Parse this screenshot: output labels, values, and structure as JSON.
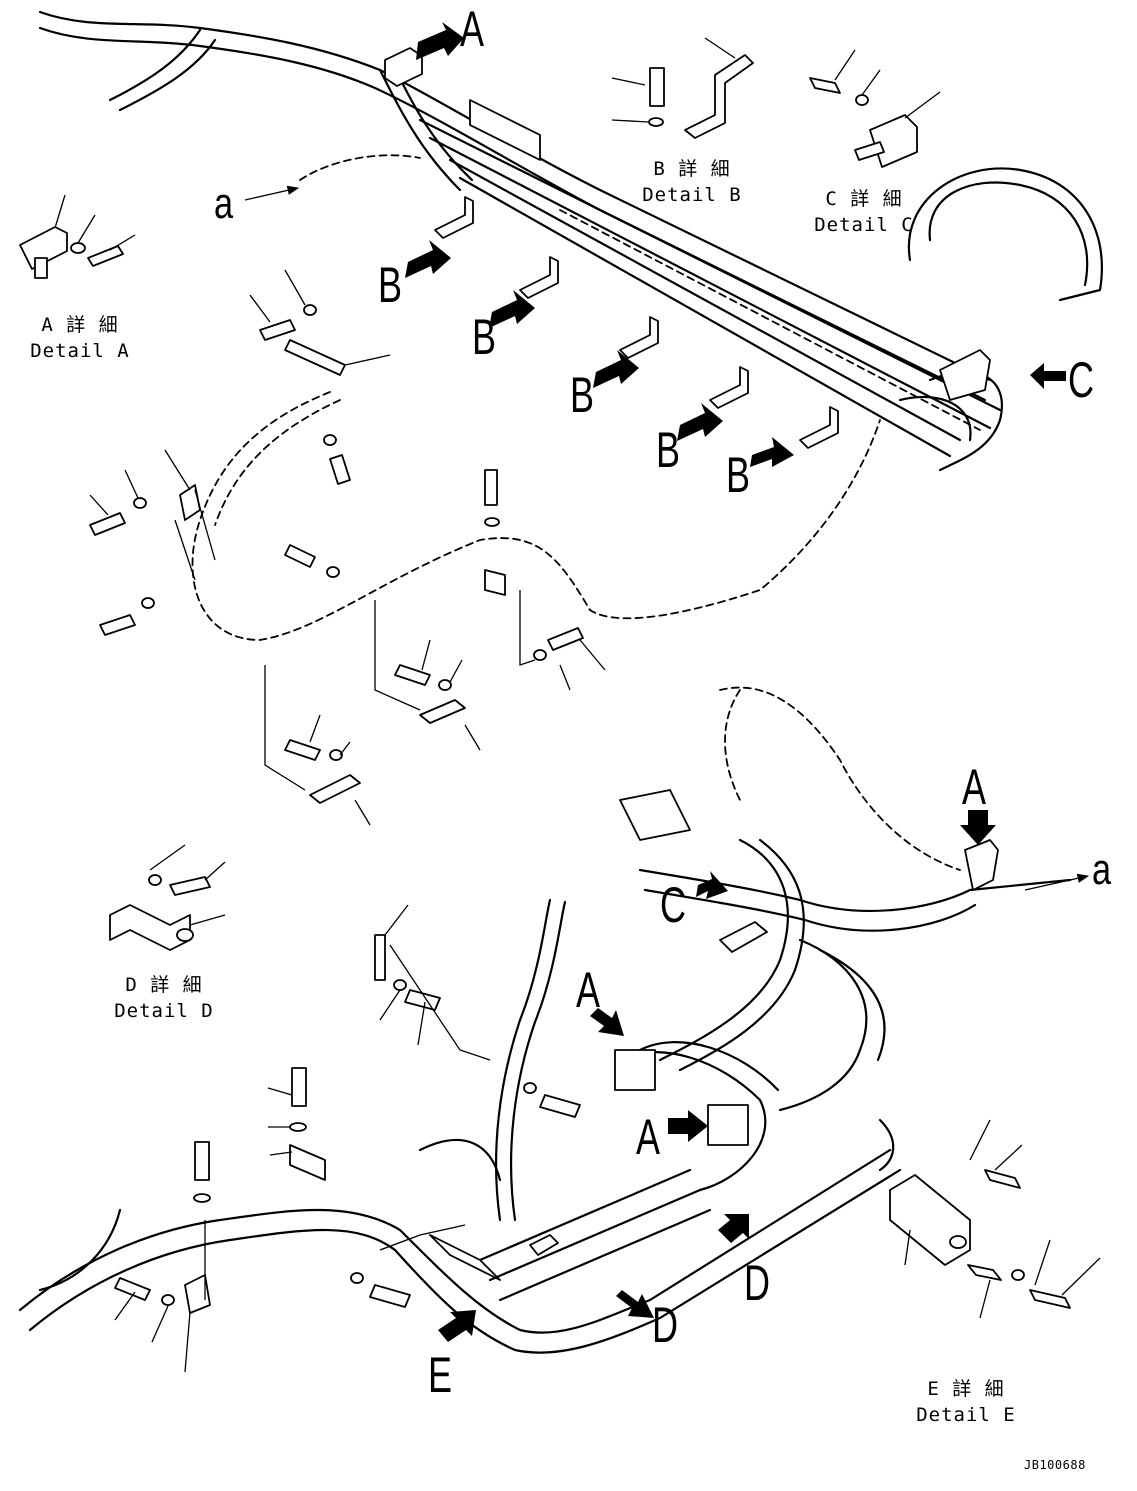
{
  "figure_code": "JB100688",
  "details": [
    {
      "jp": "A 詳 細",
      "en": "Detail A"
    },
    {
      "jp": "B 詳 細",
      "en": "Detail B"
    },
    {
      "jp": "C 詳 細",
      "en": "Detail C"
    },
    {
      "jp": "D 詳 細",
      "en": "Detail D"
    },
    {
      "jp": "E 詳 細",
      "en": "Detail E"
    }
  ],
  "view_letters": {
    "A": "A",
    "B": "B",
    "C": "C",
    "D": "D",
    "E": "E",
    "a": "a"
  }
}
